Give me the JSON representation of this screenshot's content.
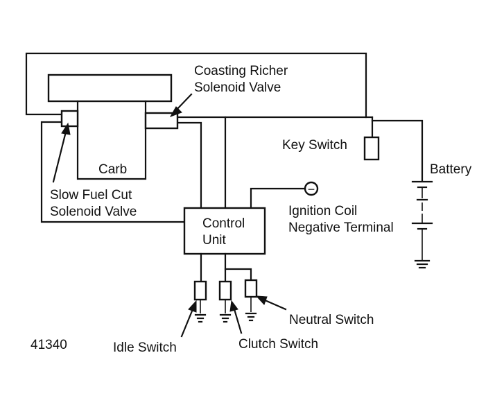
{
  "labels": {
    "coasting_richer": [
      "Coasting Richer",
      "Solenoid Valve"
    ],
    "carb": "Carb",
    "slow_fuel_cut": [
      "Slow Fuel Cut",
      "Solenoid Valve"
    ],
    "key_switch": "Key Switch",
    "battery": "Battery",
    "control_unit": [
      "Control",
      "Unit"
    ],
    "ignition_coil": [
      "Ignition Coil",
      "Negative Terminal"
    ],
    "ignition_symbol": "−",
    "neutral_switch": "Neutral Switch",
    "idle_switch": "Idle Switch",
    "clutch_switch": "Clutch Switch",
    "figure_number": "41340"
  }
}
